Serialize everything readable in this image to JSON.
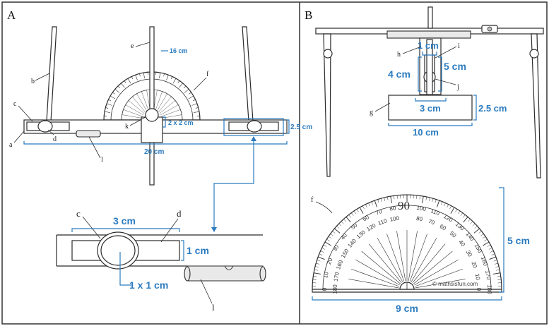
{
  "panels": {
    "a": "A",
    "b": "B"
  },
  "letters": {
    "a": "a",
    "b": "b",
    "c": "c",
    "d": "d",
    "e": "e",
    "f": "f",
    "g": "g",
    "h": "h",
    "i": "i",
    "j": "j",
    "k": "k",
    "l": "l"
  },
  "dims_a": {
    "arm": "16 cm",
    "slider_small": "2 x 2 cm",
    "bar_height": "2.5 cm",
    "bar_width": "20 cm"
  },
  "dims_detail": {
    "slot_width": "3 cm",
    "slot_height": "1 cm",
    "knob": "1 x 1 cm"
  },
  "dims_b": {
    "top_slot": "1 cm",
    "slot_length": "5 cm",
    "block_height": "4 cm",
    "base_inner": "3 cm",
    "base_height": "2.5 cm",
    "base_width": "10 cm"
  },
  "protractor": {
    "width": "9 cm",
    "height": "5 cm",
    "center": "90",
    "credit": "© mathsisfun.com"
  },
  "colors": {
    "accent": "#2b7bbf",
    "ink": "#2b2b2b",
    "frame": "#333333"
  }
}
